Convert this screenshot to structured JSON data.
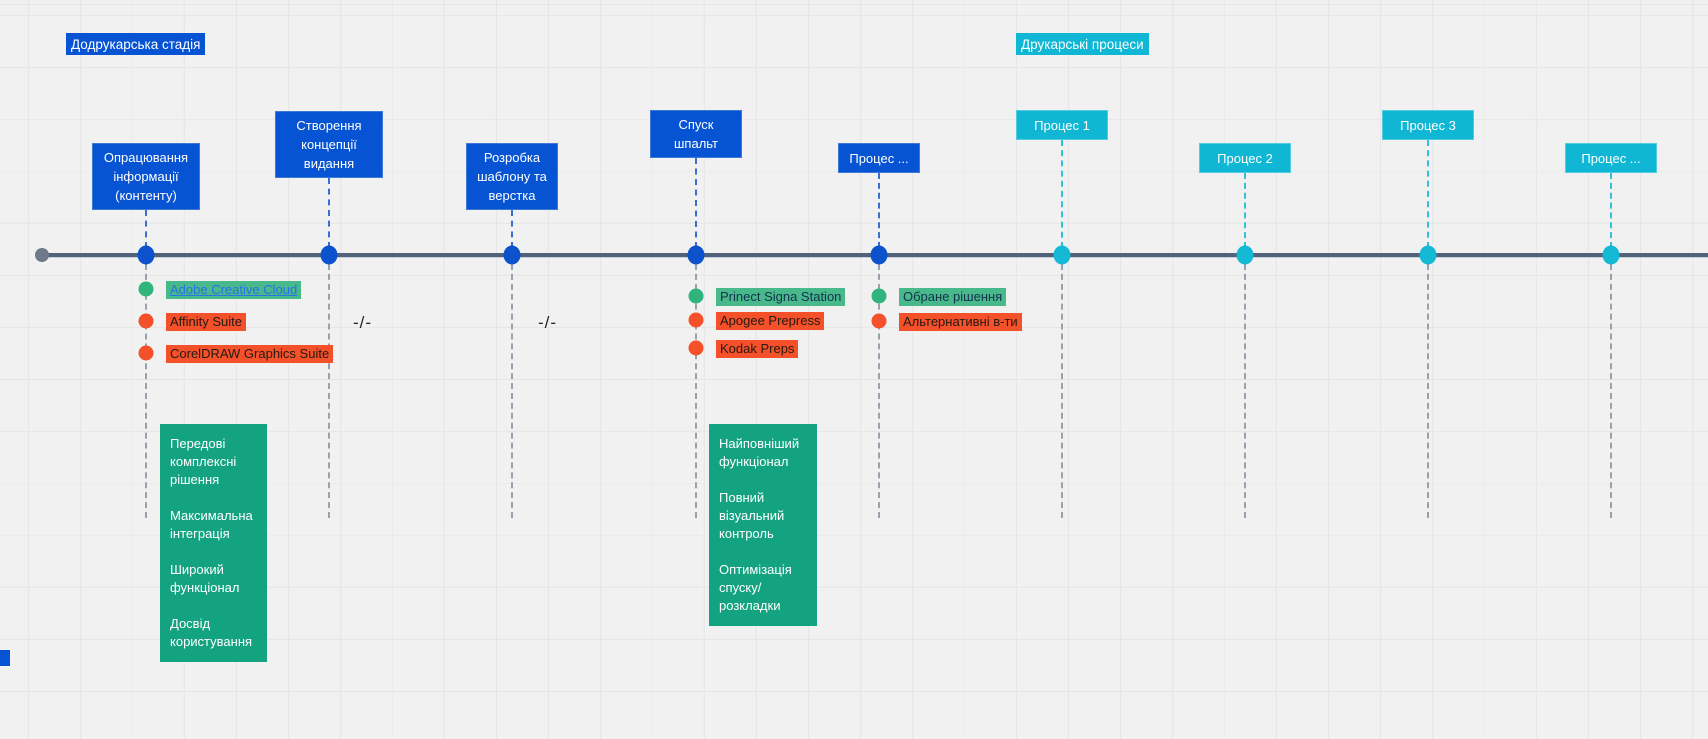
{
  "stage_labels": [
    {
      "label": "Додрукарська стадія"
    },
    {
      "label": "Друкарські процеси"
    }
  ],
  "milestones": [
    {
      "label": "Опрацювання інформації (контенту)",
      "group": "blue"
    },
    {
      "label": "Створення концепції видання",
      "group": "blue"
    },
    {
      "label": "Розробка шаблону та верстка",
      "group": "blue"
    },
    {
      "label": "Спуск шпальт",
      "group": "blue"
    },
    {
      "label": "Процес ...",
      "group": "blue"
    },
    {
      "label": "Процес 1",
      "group": "cyan"
    },
    {
      "label": "Процес 2",
      "group": "cyan"
    },
    {
      "label": "Процес 3",
      "group": "cyan"
    },
    {
      "label": "Процес ...",
      "group": "cyan"
    }
  ],
  "tools_stage1": [
    {
      "label": "Adobe Creative Cloud",
      "dot": "green",
      "is_link": true
    },
    {
      "label": "Affinity Suite",
      "dot": "red"
    },
    {
      "label": "CorelDRAW Graphics Suite",
      "dot": "red"
    }
  ],
  "gap_markers": [
    {
      "label": "-/-"
    },
    {
      "label": "-/-"
    }
  ],
  "tools_stage4": [
    {
      "label": "Prinect Signa Station",
      "dot": "green"
    },
    {
      "label": "Apogee Prepress",
      "dot": "red"
    },
    {
      "label": "Kodak Preps",
      "dot": "red"
    }
  ],
  "tools_stage5": [
    {
      "label": "Обране рішення",
      "dot": "green"
    },
    {
      "label": "Альтернативні в-ти",
      "dot": "red"
    }
  ],
  "notes": [
    {
      "p1": "Передові комплексні рішення",
      "p2": "Максимальна інтеграція",
      "p3": "Широкий функціонал",
      "p4": "Досвід користування"
    },
    {
      "p1": "Найповніший функціонал",
      "p2": "Повний візуальний контроль",
      "p3": "Оптимізація спуску/ розкладки"
    }
  ],
  "colors": {
    "blue": "#0653d3",
    "cyan": "#0fb7d4",
    "green_dot": "#2fb47c",
    "green_highlight": "#47b98a",
    "green_note": "#13a380",
    "red_highlight": "#f4502a",
    "timeline": "#52627a",
    "link": "#2b71e8"
  }
}
